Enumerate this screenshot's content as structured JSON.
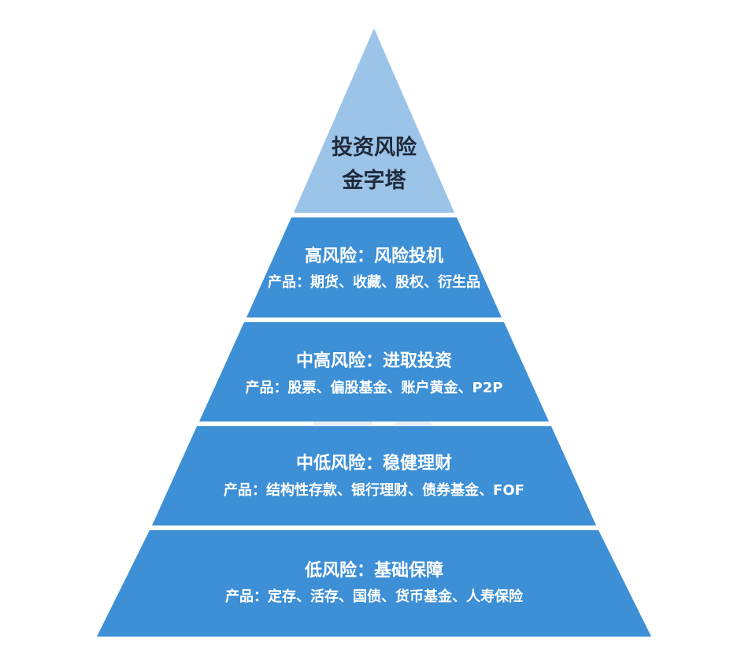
{
  "apex": {
    "line1": "投资风险",
    "line2": "金字塔"
  },
  "tiers": [
    {
      "title": "高风险：风险投机",
      "products": "产品：期货、收藏、股权、衍生品"
    },
    {
      "title": "中高风险：进取投资",
      "products": "产品：股票、偏股基金、账户黄金、P2P"
    },
    {
      "title": "中低风险：稳健理财",
      "products": "产品：结构性存款、银行理财、债券基金、FOF"
    },
    {
      "title": "低风险：基础保障",
      "products": "产品：定存、活存、国债、货币基金、人寿保险"
    }
  ],
  "colors": {
    "apex": "#9cc3e8",
    "tier": "#3d8fd6",
    "separator": "#ffffff",
    "apex_text": "#1f2a3a",
    "tier_text": "#ffffff"
  }
}
